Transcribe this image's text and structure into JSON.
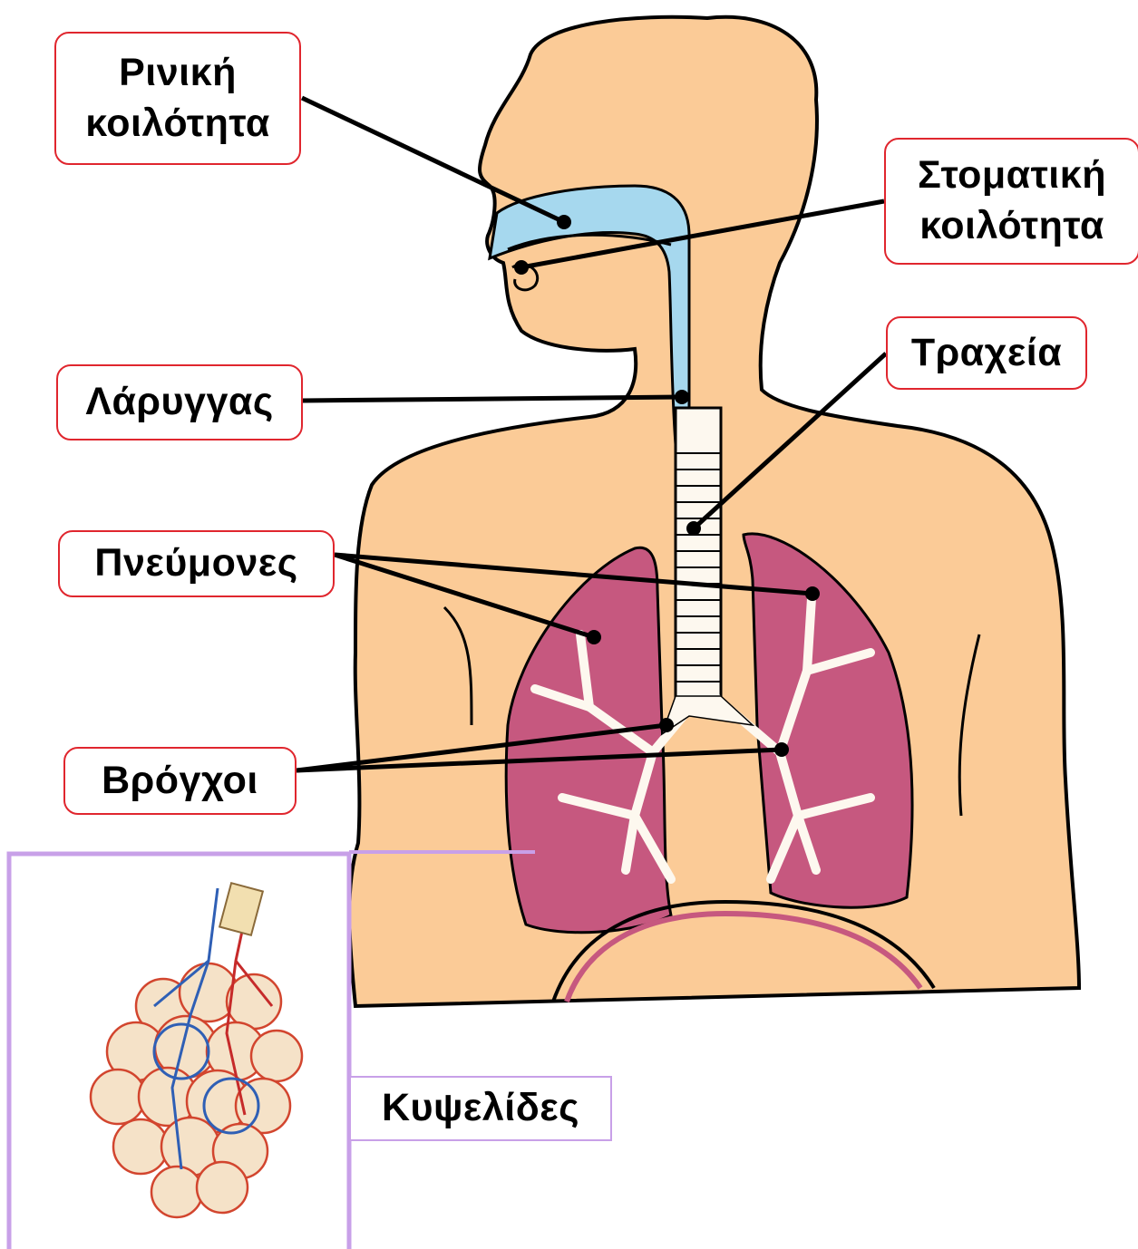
{
  "labels": {
    "nasal_cavity": [
      "Ρινική",
      "κοιλότητα"
    ],
    "oral_cavity": [
      "Στοματική",
      "κοιλότητα"
    ],
    "larynx": "Λάρυγγας",
    "trachea": "Τραχεία",
    "lungs": "Πνεύμονες",
    "bronchi": "Βρόγχοι",
    "alveoli": "Κυψελίδες"
  },
  "colors": {
    "skin": "#fbcb97",
    "airway": "#a6d8ee",
    "lung": "#c6587f",
    "label_border": "#e0262e",
    "inset_border": "#c8a0e8"
  }
}
